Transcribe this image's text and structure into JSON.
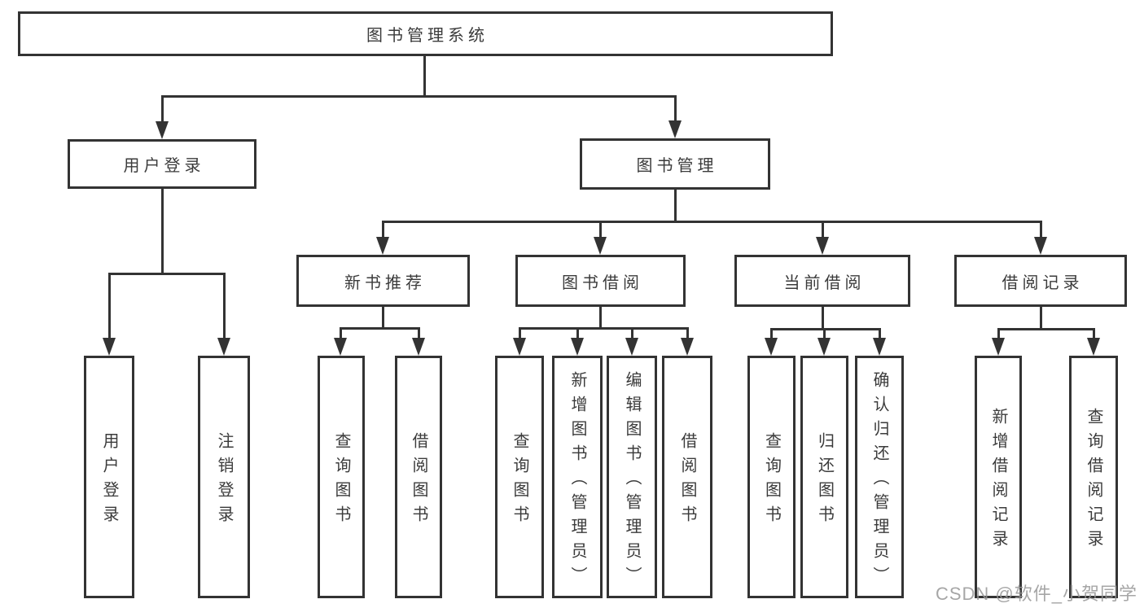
{
  "diagram_title": "图书管理系统",
  "tree": {
    "label": "图书管理系统",
    "children": [
      {
        "label": "用户登录",
        "children": [
          {
            "label": "用户登录"
          },
          {
            "label": "注销登录"
          }
        ]
      },
      {
        "label": "图书管理",
        "children": [
          {
            "label": "新书推荐",
            "children": [
              {
                "label": "查询图书"
              },
              {
                "label": "借阅图书"
              }
            ]
          },
          {
            "label": "图书借阅",
            "children": [
              {
                "label": "查询图书"
              },
              {
                "label": "新增图书（管理员）"
              },
              {
                "label": "编辑图书（管理员）"
              },
              {
                "label": "借阅图书"
              }
            ]
          },
          {
            "label": "当前借阅",
            "children": [
              {
                "label": "查询图书"
              },
              {
                "label": "归还图书"
              },
              {
                "label": "确认归还（管理员）"
              }
            ]
          },
          {
            "label": "借阅记录",
            "children": [
              {
                "label": "新增借阅记录"
              },
              {
                "label": "查询借阅记录"
              }
            ]
          }
        ]
      }
    ]
  },
  "watermark": "CSDN @软件_小贺同学",
  "colors": {
    "line": "#333333",
    "text": "#3b3b3b",
    "background": "#ffffff",
    "watermark": "#969696"
  }
}
